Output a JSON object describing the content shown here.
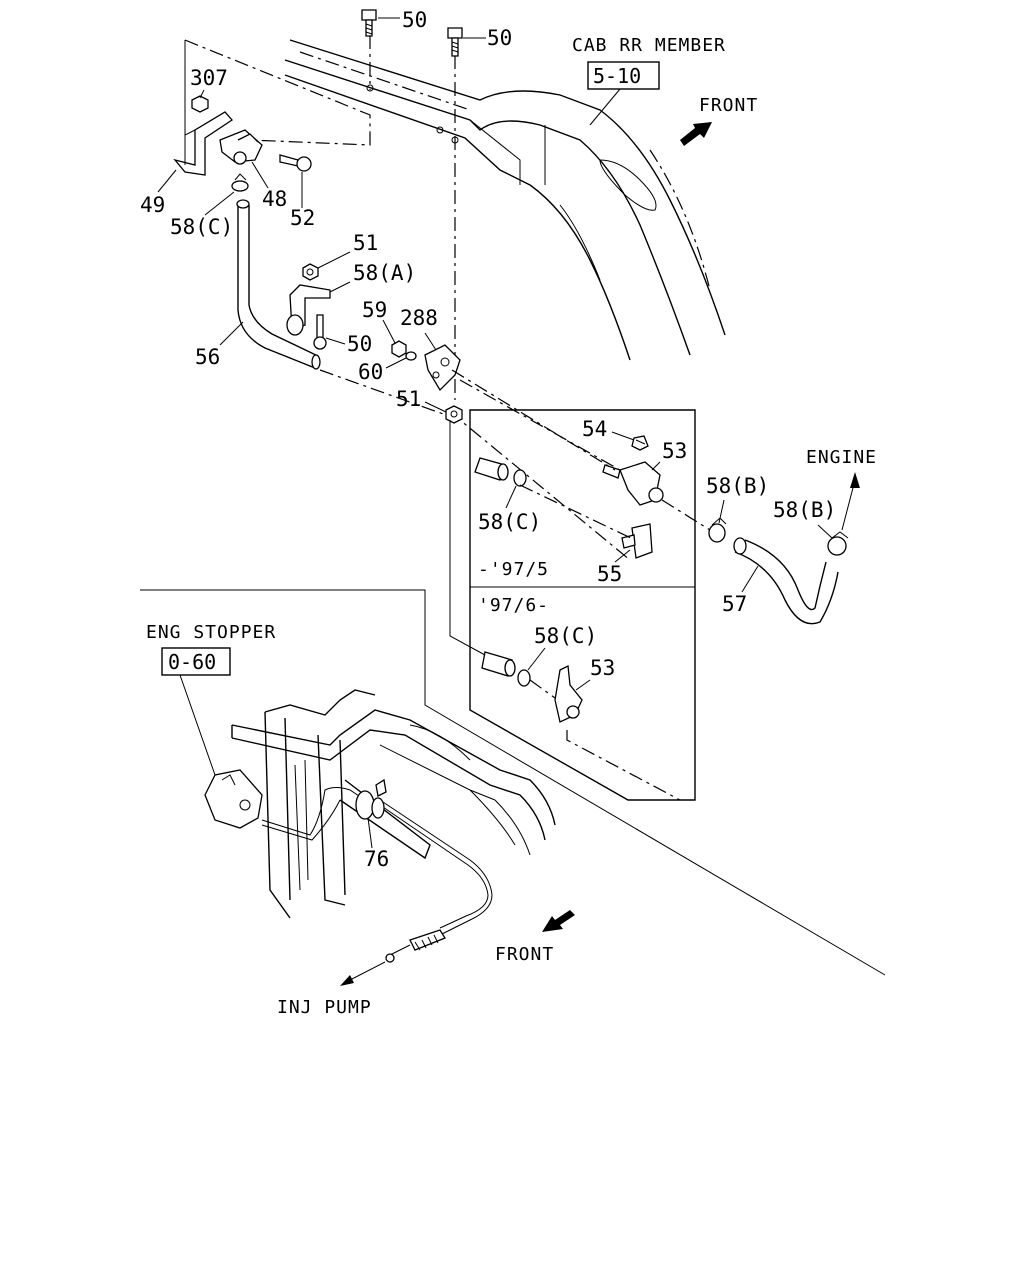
{
  "labels": {
    "cab_rr_member": "CAB RR MEMBER",
    "cab_rr_member_ref": "5-10",
    "front_top": "FRONT",
    "engine": "ENGINE",
    "eng_stopper": "ENG STOPPER",
    "eng_stopper_ref": "0-60",
    "front_bottom": "FRONT",
    "inj_pump": "INJ PUMP",
    "date_before": "-'97/5",
    "date_after": "'97/6-"
  },
  "parts": {
    "p50a": "50",
    "p50b": "50",
    "p50c": "50",
    "p307": "307",
    "p49": "49",
    "p48": "48",
    "p52": "52",
    "p58c_top": "58(C)",
    "p51a": "51",
    "p58a": "58(A)",
    "p59": "59",
    "p288": "288",
    "p56": "56",
    "p60": "60",
    "p51b": "51",
    "p54": "54",
    "p53a": "53",
    "p58b_a": "58(B)",
    "p58b_b": "58(B)",
    "p58c_mid": "58(C)",
    "p55": "55",
    "p57": "57",
    "p58c_low": "58(C)",
    "p53b": "53",
    "p76": "76"
  },
  "icons": {
    "front_arrow_top": "front-arrow-icon",
    "front_arrow_bottom": "front-arrow-icon",
    "engine_arrow": "arrow-up-right-icon",
    "inj_pump_arrow": "arrow-down-left-icon"
  }
}
